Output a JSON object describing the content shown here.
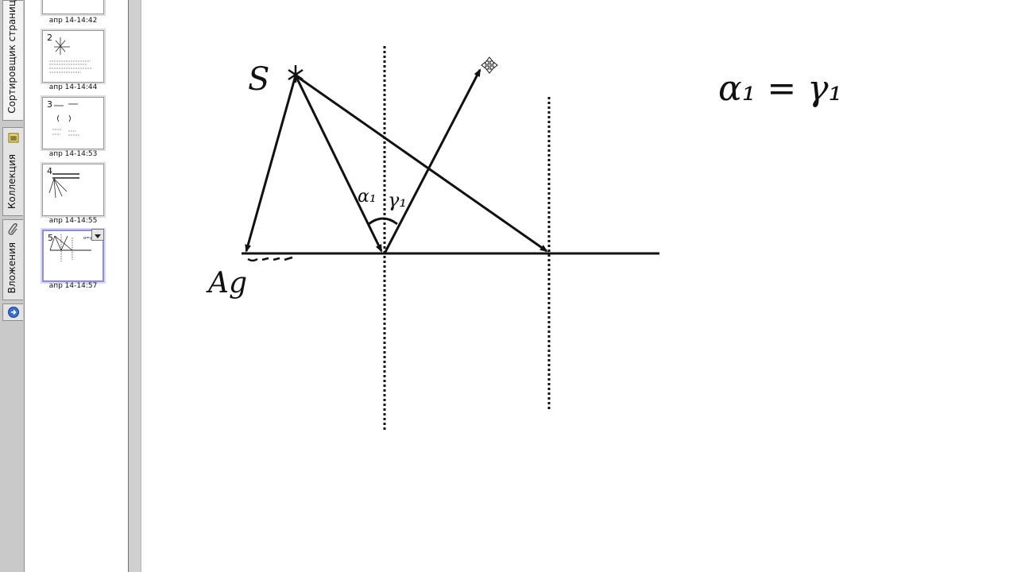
{
  "tabs": [
    {
      "label": "Сортировщик страниц",
      "icon": "page-sorter-icon",
      "active": true
    },
    {
      "label": "Коллекция",
      "icon": "gallery-icon",
      "active": false
    },
    {
      "label": "Вложения",
      "icon": "paperclip-icon",
      "active": false
    }
  ],
  "extra_tab_icon": "properties-icon",
  "sorter": {
    "thumbnails": [
      {
        "number": "",
        "time": "апр 14-14:42",
        "selected": false
      },
      {
        "number": "2",
        "time": "апр 14-14:44",
        "selected": false
      },
      {
        "number": "3",
        "time": "апр 14-14:53",
        "selected": false
      },
      {
        "number": "4",
        "time": "апр 14-14:55",
        "selected": false
      },
      {
        "number": "5",
        "time": "апр 14-14:57",
        "selected": true
      }
    ],
    "menu_icon": "dropdown-arrow-icon"
  },
  "canvas": {
    "labels": {
      "source": "S",
      "angle_incidence": "α₁",
      "angle_reflection": "γ₁",
      "equation": "α₁ = γ₁",
      "material": "Ag"
    },
    "cursor_icon": "move-cursor-icon"
  },
  "colors": {
    "ink": "#111111",
    "selection": "#8c8ce8",
    "panel_gray": "#c9c9c9"
  }
}
